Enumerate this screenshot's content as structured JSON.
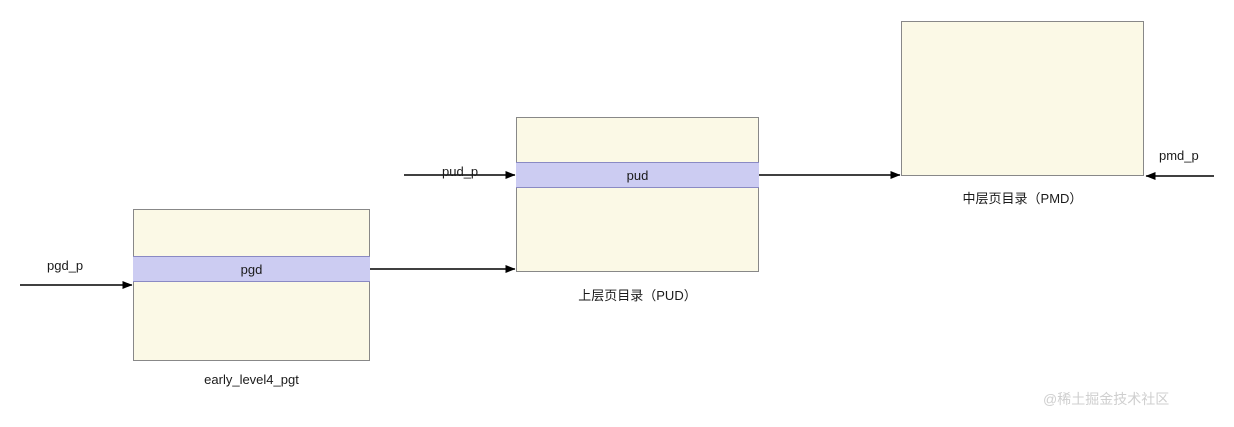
{
  "diagram": {
    "title": "",
    "nodes": [
      {
        "id": "pgd-table",
        "band_label": "pgd",
        "caption": "early_level4_pgt"
      },
      {
        "id": "pud-table",
        "band_label": "pud",
        "caption": "上层页目录（PUD）"
      },
      {
        "id": "pmd-table",
        "band_label": "",
        "caption": "中层页目录（PMD）"
      }
    ],
    "arrows": [
      {
        "id": "pgd-p",
        "label": "pgd_p"
      },
      {
        "id": "pud-p",
        "label": "pud_p"
      },
      {
        "id": "pmd-p",
        "label": "pmd_p"
      }
    ],
    "watermark": "@稀土掘金技术社区",
    "colors": {
      "box_fill": "#fbf9e6",
      "box_stroke": "#888888",
      "band_fill": "#ccccf2",
      "band_stroke": "#8a8ac4",
      "arrow": "#000000",
      "text": "#1a1a1a",
      "watermark": "#cfcfcf"
    }
  }
}
